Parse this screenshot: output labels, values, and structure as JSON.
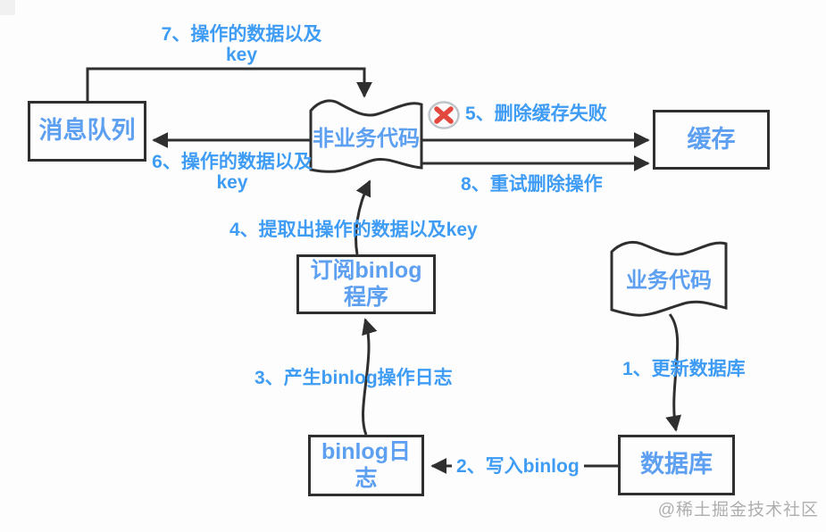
{
  "page": {
    "background": "#fdfdfd"
  },
  "colors": {
    "node_text": "#5d9ff1",
    "step_text": "#3f9cf5",
    "stroke": "#2f2f2f",
    "error_red": "#e2483d",
    "error_circle_border": "#bfc5ca",
    "watermark_gray": "#9b9b9b"
  },
  "diagram": {
    "nodes": {
      "message_queue": "消息队列",
      "non_business_code": "非业务代码",
      "cache": "缓存",
      "subscribe_binlog": "订阅binlog\n程序",
      "business_code": "业务代码",
      "binlog_log": "binlog日\n志",
      "database": "数据库"
    },
    "steps": {
      "s1": "1、更新数据库",
      "s2": "2、写入binlog",
      "s3": "3、产生binlog操作日志",
      "s4": "4、提取出操作的数据以及key",
      "s5": "5、删除缓存失败",
      "s6": "6、操作的数据以及\nkey",
      "s7": "7、操作的数据以及\nkey",
      "s8": "8、重试删除操作"
    },
    "icons": {
      "error_cross": "✕"
    }
  },
  "watermark": "@稀土掘金技术社区"
}
